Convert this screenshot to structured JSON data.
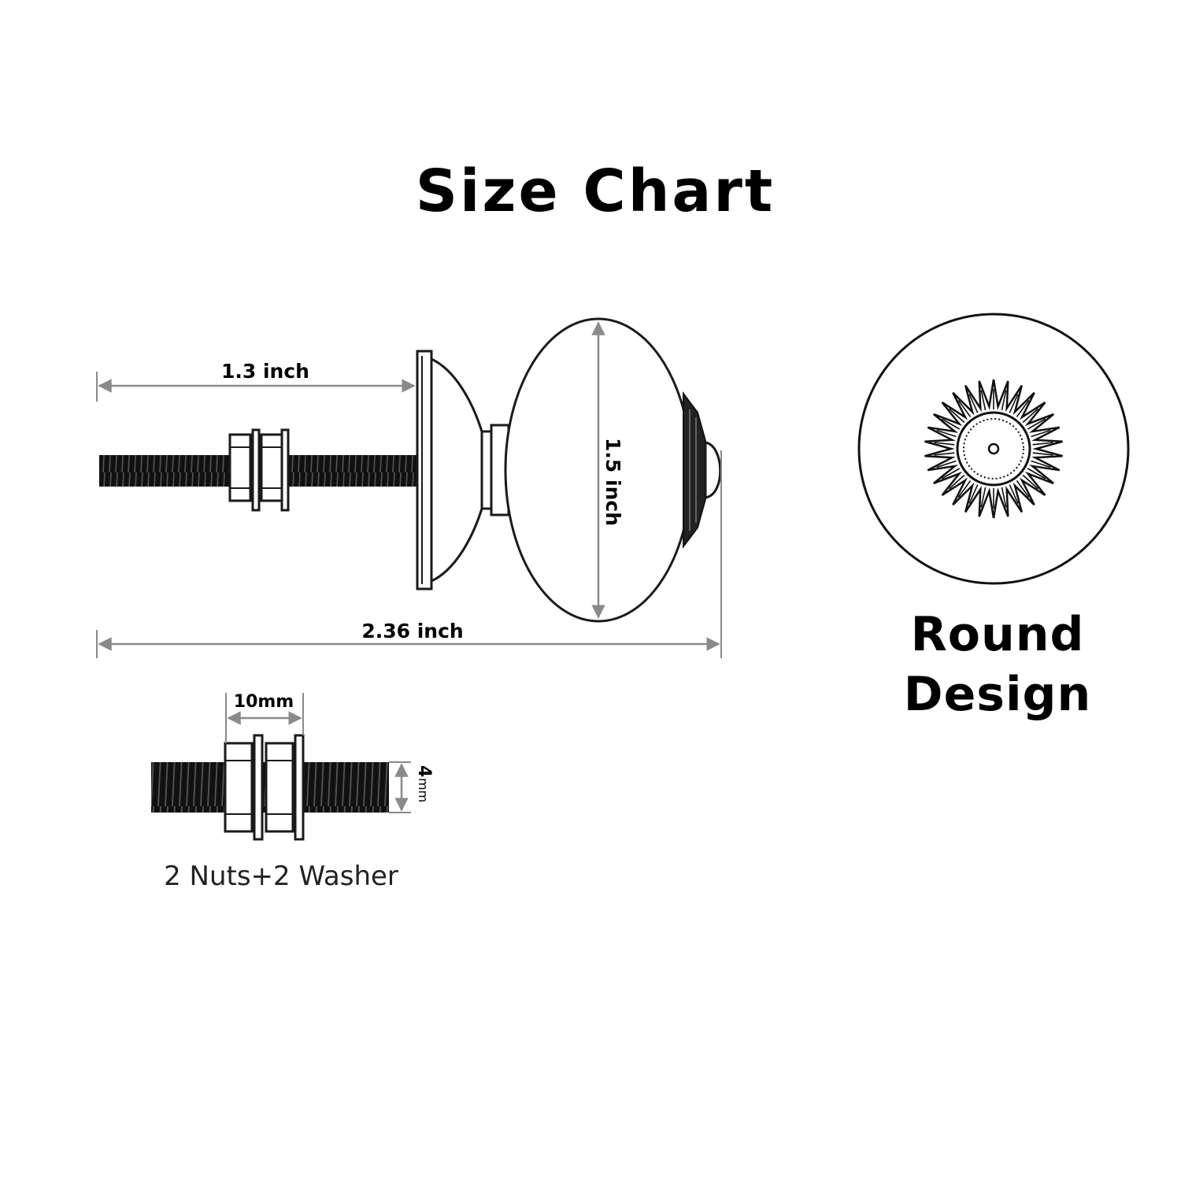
{
  "title": "Size Chart",
  "dimensions": {
    "bolt_length": "1.3 inch",
    "knob_height": "1.5 inch",
    "total_length": "2.36 inch",
    "nut_width": "10mm",
    "thread_diameter_value": "4",
    "thread_diameter_unit": "mm"
  },
  "hardware_caption": "2 Nuts+2 Washer",
  "design_label": {
    "line1": "Round",
    "line2": "Design"
  },
  "icons": {
    "knob_side_view": "knob-side-view-icon",
    "knob_front_view": "knob-front-view-icon",
    "bolt_detail": "bolt-nuts-washers-icon"
  }
}
